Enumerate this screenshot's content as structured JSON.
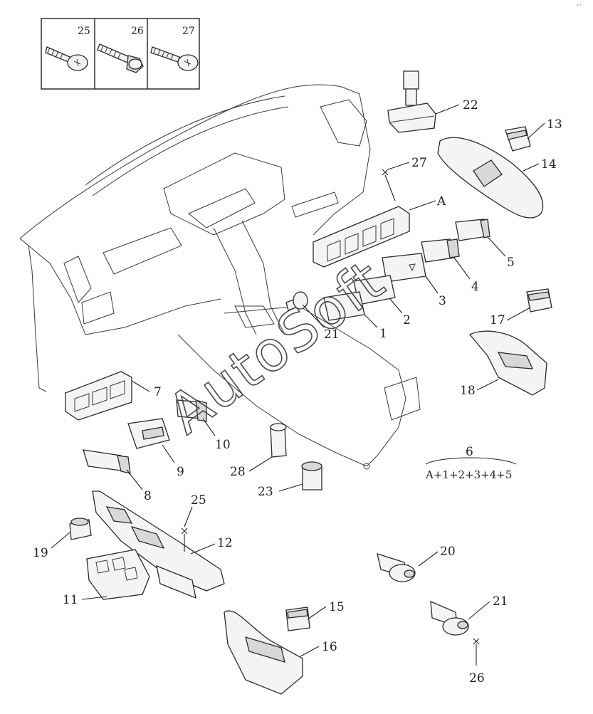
{
  "callouts": {
    "n1": "1",
    "n2": "2",
    "n3": "3",
    "n4": "4",
    "n5": "5",
    "n7": "7",
    "n8": "8",
    "n9": "9",
    "n10": "10",
    "n11": "11",
    "n12": "12",
    "n13": "13",
    "n14": "14",
    "n15": "15",
    "n16": "16",
    "n17": "17",
    "n18": "18",
    "n19": "19",
    "n20": "20",
    "n21": "21",
    "n22": "22",
    "n23": "23",
    "n25": "25",
    "n26": "26",
    "n27": "27",
    "n28": "28",
    "nA": "A",
    "nX1": "21"
  },
  "fastener_box": {
    "f25": "25",
    "f26": "26",
    "f27": "27"
  },
  "assembly": {
    "number": "6",
    "formula": "A+1+2+3+4+5"
  },
  "watermark": "AutoSoft",
  "corner_mark": "-·"
}
